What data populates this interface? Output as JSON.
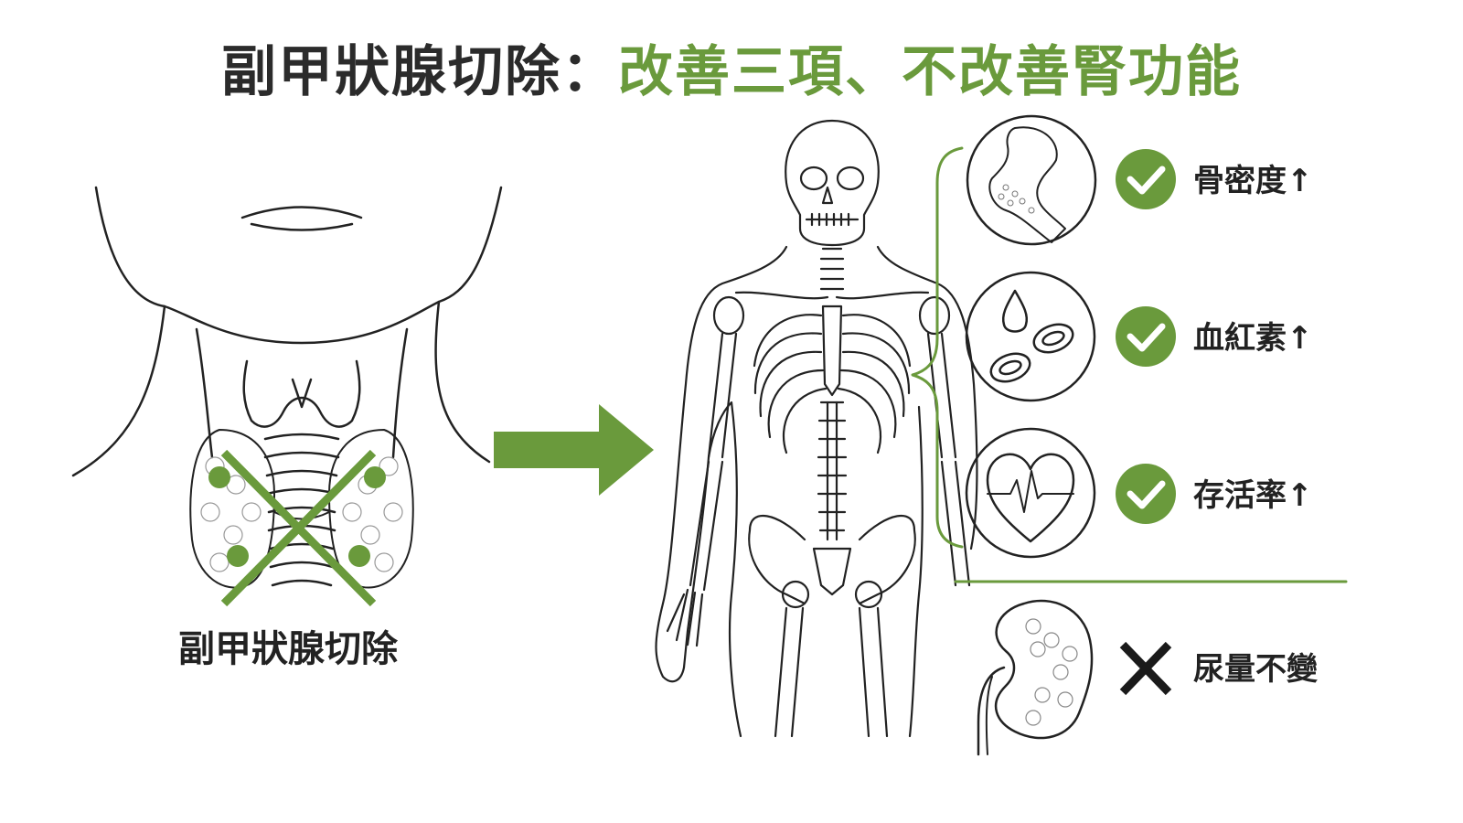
{
  "title": {
    "part1": "副甲狀腺切除：",
    "part2": "改善三項、不改善腎功能"
  },
  "neck_caption": "副甲狀腺切除",
  "outcomes": [
    {
      "text": "骨密度↑",
      "status": "improved",
      "icon": "bone-icon"
    },
    {
      "text": "血紅素↑",
      "status": "improved",
      "icon": "blood-cells-icon"
    },
    {
      "text": "存活率↑",
      "status": "improved",
      "icon": "heart-ecg-icon"
    },
    {
      "text": "尿量不變",
      "status": "unchanged",
      "icon": "kidney-icon"
    }
  ],
  "colors": {
    "accent": "#6a9a3c",
    "ink": "#222222"
  }
}
